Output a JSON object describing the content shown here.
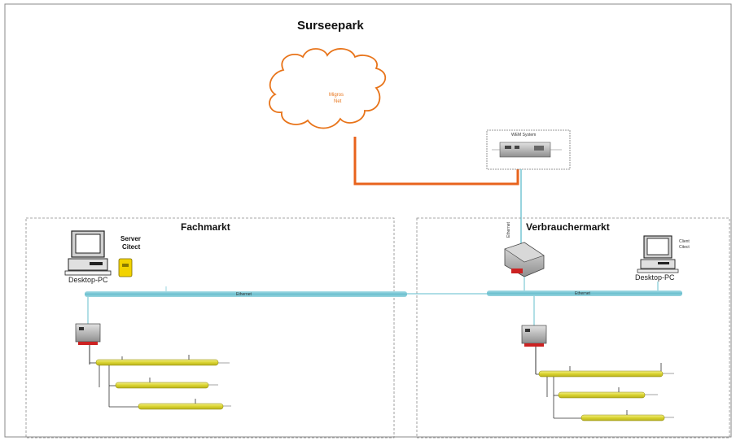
{
  "diagram": {
    "title": "Surseepark",
    "cloud_label_line1": "Migros",
    "cloud_label_line2": "Net",
    "wan_device_label": "WEM System",
    "left_area": {
      "title": "Fachmarkt",
      "pc_label": "Desktop-PC",
      "server_label_line1": "Server",
      "server_label_line2": "Citect",
      "bus_label": "Ethernet"
    },
    "right_area": {
      "title": "Verbrauchermarkt",
      "pc_label": "Desktop-PC",
      "client_label_line1": "Client",
      "client_label_line2": "Citect",
      "bus_label": "Ethernet",
      "link_label": "Ethernet"
    }
  },
  "colors": {
    "wan_line": "#e8631c",
    "cloud_stroke": "#e8741a",
    "ethernet_bus": "#7fc9d6",
    "field_bus": "#e6e23a",
    "border": "#8a8a8a"
  }
}
